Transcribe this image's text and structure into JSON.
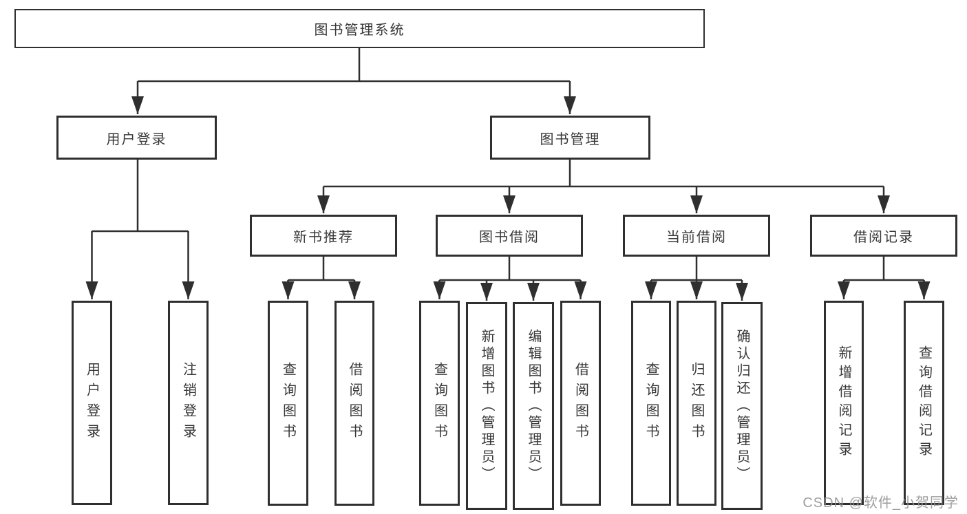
{
  "diagram": {
    "title": "图书管理系统",
    "level2": {
      "user": "用户登录",
      "books": "图书管理"
    },
    "level3": [
      "新书推荐",
      "图书借阅",
      "当前借阅",
      "借阅记录"
    ],
    "leaves": {
      "user": [
        "用户登录",
        "注销登录"
      ],
      "recommend": [
        "查询图书",
        "借阅图书"
      ],
      "borrow": [
        "查询图书",
        "新增图书（管理员）",
        "编辑图书（管理员）",
        "借阅图书"
      ],
      "current": [
        "查询图书",
        "归还图书",
        "确认归还（管理员）"
      ],
      "records": [
        "新增借阅记录",
        "查询借阅记录"
      ]
    },
    "watermark": "CSDN @软件_小贺同学",
    "colors": {
      "line": "#2f2f2f",
      "box_border": "#2f2f2f",
      "text": "#383838",
      "watermark": "#949494",
      "background": "#ffffff"
    }
  }
}
